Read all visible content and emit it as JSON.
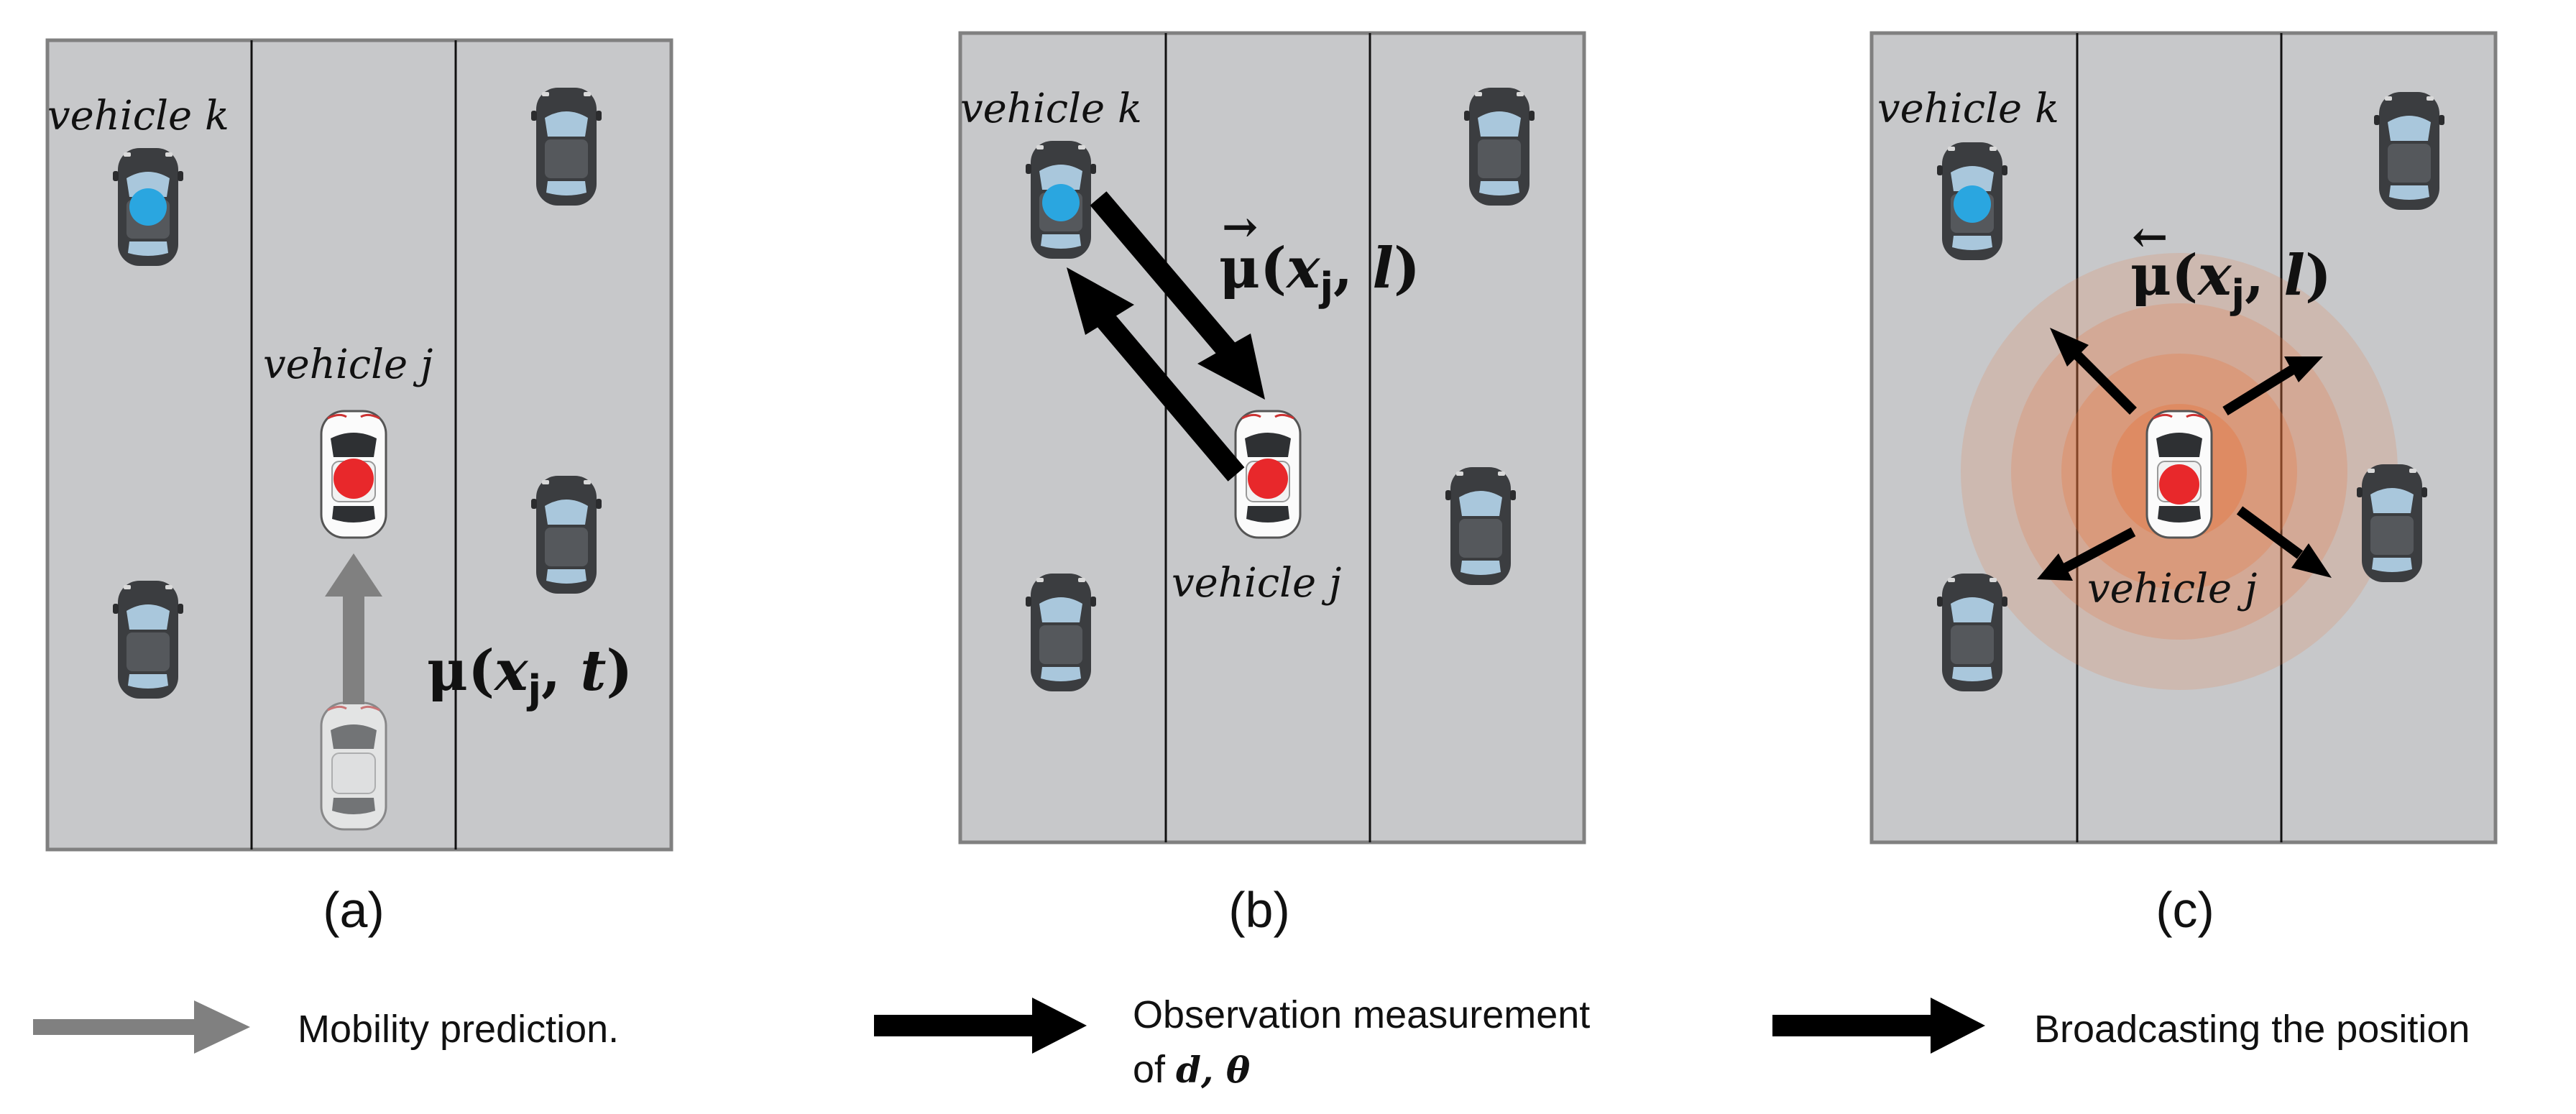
{
  "panels": [
    {
      "caption": "(a)",
      "vehicle_k_label": "vehicle k",
      "vehicle_j_label": "vehicle j",
      "formula": {
        "accent": "",
        "symbol": "μ",
        "var": "x",
        "sub": "j",
        "arg": "t"
      }
    },
    {
      "caption": "(b)",
      "vehicle_k_label": "vehicle k",
      "vehicle_j_label": "vehicle j",
      "formula": {
        "accent": "→",
        "symbol": "μ",
        "var": "x",
        "sub": "j",
        "arg": "l"
      }
    },
    {
      "caption": "(c)",
      "vehicle_k_label": "vehicle k",
      "vehicle_j_label": "vehicle j",
      "formula": {
        "accent": "←",
        "symbol": "μ",
        "var": "x",
        "sub": "j",
        "arg": "l"
      }
    }
  ],
  "legend": [
    {
      "label": "Mobility prediction.",
      "color": "#808080"
    },
    {
      "label": "Observation measurement",
      "label2_prefix": "of ",
      "label2_math": "d, θ",
      "color": "#000000"
    },
    {
      "label": "Broadcasting the position",
      "color": "#000000"
    }
  ],
  "colors": {
    "road": "#c7c8ca",
    "road_border": "#808080",
    "lane_line": "#111111",
    "vehicle_k_marker": "#2aa6e0",
    "vehicle_j_marker": "#e8282b",
    "broadcast_glow": "#e8743b"
  }
}
